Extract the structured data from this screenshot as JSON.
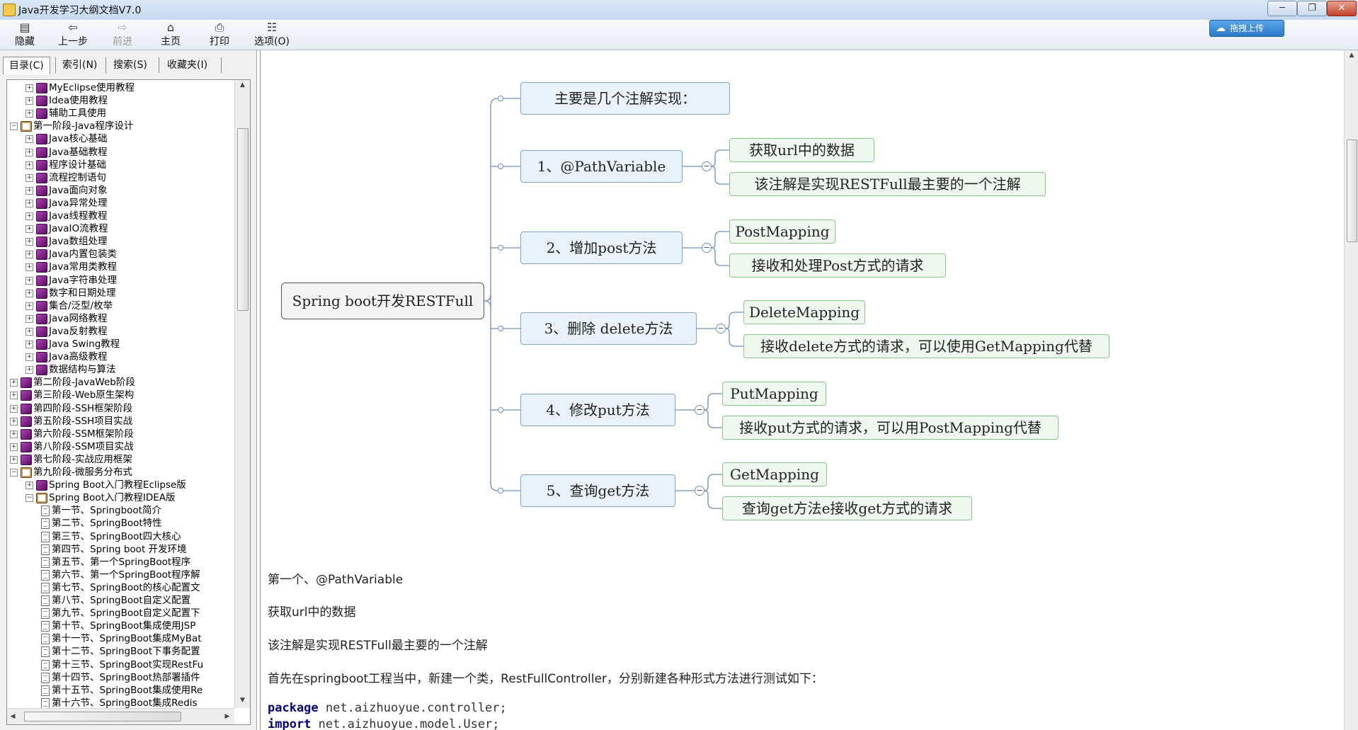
{
  "window": {
    "title": "Java开发学习大纲文档V7.0",
    "controls": [
      "─",
      "❐",
      "✕"
    ]
  },
  "toolbar": {
    "items": [
      {
        "label": "隐藏",
        "icon": "hide-pane-icon",
        "glyph": "▤"
      },
      {
        "label": "上一步",
        "icon": "back-arrow-icon",
        "glyph": "⇦"
      },
      {
        "label": "前进",
        "icon": "forward-arrow-icon",
        "glyph": "⇨"
      },
      {
        "label": "主页",
        "icon": "home-icon",
        "glyph": "⌂"
      },
      {
        "label": "打印",
        "icon": "printer-icon",
        "glyph": "⎙"
      },
      {
        "label": "选项(O)",
        "icon": "options-icon",
        "glyph": "☷"
      }
    ],
    "upload_label": "拖拽上传"
  },
  "tabs": [
    "目录(C)",
    "索引(N)",
    "搜索(S)",
    "收藏夹(I)"
  ],
  "tree": [
    {
      "label": "MyEclipse使用教程",
      "level": 1,
      "type": "book",
      "expanded": false
    },
    {
      "label": "Idea使用教程",
      "level": 1,
      "type": "book",
      "expanded": false
    },
    {
      "label": "辅助工具使用",
      "level": 1,
      "type": "book",
      "expanded": false
    },
    {
      "label": "第一阶段-Java程序设计",
      "level": 0,
      "type": "book",
      "expanded": true
    },
    {
      "label": "Java核心基础",
      "level": 1,
      "type": "book",
      "expanded": false
    },
    {
      "label": "Java基础教程",
      "level": 1,
      "type": "book",
      "expanded": false
    },
    {
      "label": "程序设计基础",
      "level": 1,
      "type": "book",
      "expanded": false
    },
    {
      "label": "流程控制语句",
      "level": 1,
      "type": "book",
      "expanded": false
    },
    {
      "label": "Java面向对象",
      "level": 1,
      "type": "book",
      "expanded": false
    },
    {
      "label": "Java异常处理",
      "level": 1,
      "type": "book",
      "expanded": false
    },
    {
      "label": "Java线程教程",
      "level": 1,
      "type": "book",
      "expanded": false
    },
    {
      "label": "JavaIO流教程",
      "level": 1,
      "type": "book",
      "expanded": false
    },
    {
      "label": "Java数组处理",
      "level": 1,
      "type": "book",
      "expanded": false
    },
    {
      "label": "Java内置包装类",
      "level": 1,
      "type": "book",
      "expanded": false
    },
    {
      "label": "Java常用类教程",
      "level": 1,
      "type": "book",
      "expanded": false
    },
    {
      "label": "Java字符串处理",
      "level": 1,
      "type": "book",
      "expanded": false
    },
    {
      "label": "数字和日期处理",
      "level": 1,
      "type": "book",
      "expanded": false
    },
    {
      "label": "集合/泛型/枚举",
      "level": 1,
      "type": "book",
      "expanded": false
    },
    {
      "label": "Java网络教程",
      "level": 1,
      "type": "book",
      "expanded": false
    },
    {
      "label": "Java反射教程",
      "level": 1,
      "type": "book",
      "expanded": false
    },
    {
      "label": "Java Swing教程",
      "level": 1,
      "type": "book",
      "expanded": false
    },
    {
      "label": "Java高级教程",
      "level": 1,
      "type": "book",
      "expanded": false
    },
    {
      "label": "数据结构与算法",
      "level": 1,
      "type": "book",
      "expanded": false
    },
    {
      "label": "第二阶段-JavaWeb阶段",
      "level": 0,
      "type": "book",
      "expanded": false
    },
    {
      "label": "第三阶段-Web原生架构",
      "level": 0,
      "type": "book",
      "expanded": false
    },
    {
      "label": "第四阶段-SSH框架阶段",
      "level": 0,
      "type": "book",
      "expanded": false
    },
    {
      "label": "第五阶段-SSH项目实战",
      "level": 0,
      "type": "book",
      "expanded": false
    },
    {
      "label": "第六阶段-SSM框架阶段",
      "level": 0,
      "type": "book",
      "expanded": false
    },
    {
      "label": "第八阶段-SSM项目实战",
      "level": 0,
      "type": "book",
      "expanded": false
    },
    {
      "label": "第七阶段-实战应用框架",
      "level": 0,
      "type": "book",
      "expanded": false
    },
    {
      "label": "第九阶段-微服务分布式",
      "level": 0,
      "type": "book",
      "expanded": true
    },
    {
      "label": "Spring Boot入门教程Eclipse版",
      "level": 1,
      "type": "book",
      "expanded": false
    },
    {
      "label": "Spring Boot入门教程IDEA版",
      "level": 1,
      "type": "book",
      "expanded": true
    },
    {
      "label": "第一节、Springboot简介",
      "level": 2,
      "type": "page"
    },
    {
      "label": "第二节、SpringBoot特性",
      "level": 2,
      "type": "page"
    },
    {
      "label": "第三节、SpringBoot四大核心",
      "level": 2,
      "type": "page"
    },
    {
      "label": "第四节、Spring boot 开发环境",
      "level": 2,
      "type": "page"
    },
    {
      "label": "第五节、第一个SpringBoot程序",
      "level": 2,
      "type": "page"
    },
    {
      "label": "第六节、第一个SpringBoot程序解",
      "level": 2,
      "type": "page"
    },
    {
      "label": "第七节、SpringBoot的核心配置文",
      "level": 2,
      "type": "page"
    },
    {
      "label": "第八节、SpringBoot自定义配置",
      "level": 2,
      "type": "page"
    },
    {
      "label": "第九节、SpringBoot自定义配置下",
      "level": 2,
      "type": "page"
    },
    {
      "label": "第十节、SpringBoot集成使用JSP",
      "level": 2,
      "type": "page"
    },
    {
      "label": "第十一节、SpringBoot集成MyBat",
      "level": 2,
      "type": "page"
    },
    {
      "label": "第十二节、SpringBoot下事务配置",
      "level": 2,
      "type": "page"
    },
    {
      "label": "第十三节、SpringBoot实现RestFu",
      "level": 2,
      "type": "page"
    },
    {
      "label": "第十四节、SpringBoot热部署插件",
      "level": 2,
      "type": "page"
    },
    {
      "label": "第十五节、SpringBoot集成使用Re",
      "level": 2,
      "type": "page"
    },
    {
      "label": "第十六节、SpringBoot集成Redis",
      "level": 2,
      "type": "page"
    }
  ],
  "mindmap": {
    "root": "Spring boot开发RESTFull",
    "branches": [
      {
        "label": "主要是几个注解实现：",
        "children": []
      },
      {
        "label": "1、@PathVariable",
        "children": [
          "获取url中的数据",
          "该注解是实现RESTFull最主要的一个注解"
        ]
      },
      {
        "label": "2、增加post方法",
        "children": [
          "PostMapping",
          "接收和处理Post方式的请求"
        ]
      },
      {
        "label": "3、删除 delete方法",
        "children": [
          "DeleteMapping",
          "接收delete方式的请求，可以使用GetMapping代替"
        ]
      },
      {
        "label": "4、修改put方法",
        "children": [
          "PutMapping",
          "接收put方式的请求，可以用PostMapping代替"
        ]
      },
      {
        "label": "5、查询get方法",
        "children": [
          "GetMapping",
          "查询get方法e接收get方式的请求"
        ]
      }
    ]
  },
  "article": {
    "p1": "第一个、@PathVariable",
    "p2": "获取url中的数据",
    "p3": "该注解是实现RESTFull最主要的一个注解",
    "p4": "首先在springboot工程当中，新建一个类，RestFullController，分别新建各种形式方法进行测试如下：",
    "code": [
      {
        "kw": "package",
        "rest": " net.aizhuoyue.controller;"
      },
      {
        "kw": "import",
        "rest": " net.aizhuoyue.model.User;"
      }
    ]
  },
  "colors": {
    "mindmap_line": "#6d8fb8",
    "blue_node": "#e9f1fb",
    "green_node": "#eef8ee",
    "code_keyword": "#000080"
  }
}
